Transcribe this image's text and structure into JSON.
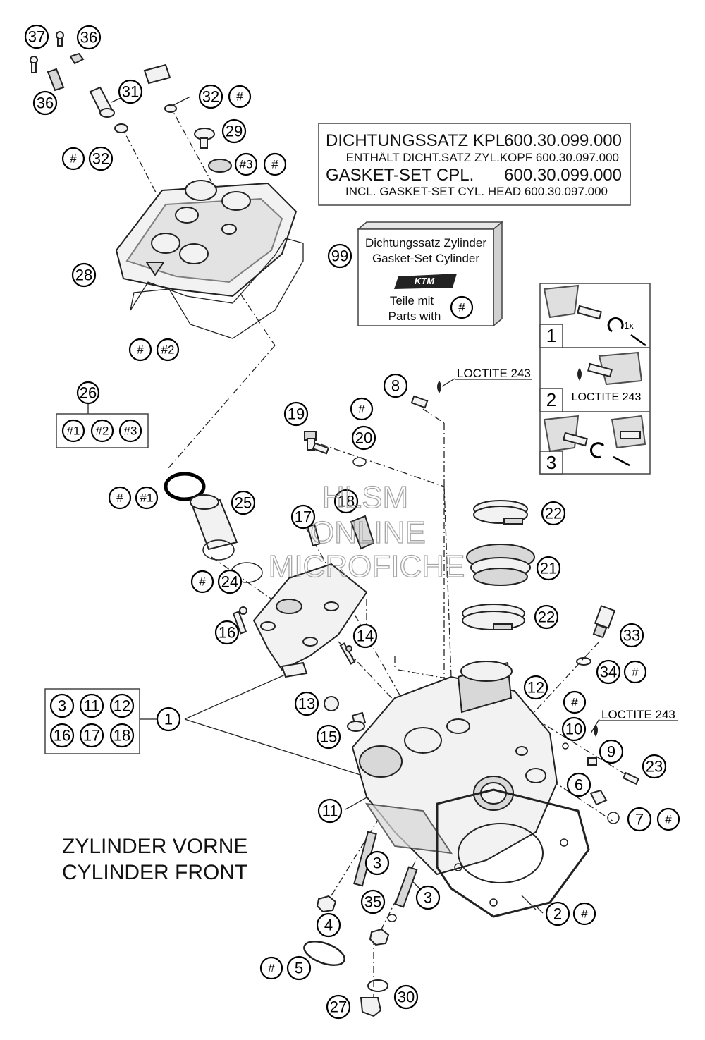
{
  "gasket_box": {
    "line1_label": "DICHTUNGSSATZ KPL.",
    "line1_number": "600.30.099.000",
    "line2": "ENTHÄLT DICHT.SATZ ZYL.KOPF 600.30.097.000",
    "line3_label": "GASKET-SET CPL.",
    "line3_number": "600.30.099.000",
    "line4": "INCL. GASKET-SET CYL. HEAD 600.30.097.000"
  },
  "kit_box": {
    "line1": "Dichtungssatz Zylinder",
    "line2": "Gasket-Set Cylinder",
    "logo": "KTM",
    "line3": "Teile mit",
    "line4": "Parts with",
    "symbol": "#",
    "callout": "99"
  },
  "steps": [
    {
      "number": "1",
      "note": "1x"
    },
    {
      "number": "2",
      "note": "LOCTITE 243"
    },
    {
      "number": "3",
      "note": ""
    }
  ],
  "loctite_labels": [
    "LOCTITE 243",
    "LOCTITE 243"
  ],
  "set_26": {
    "callout": "26",
    "items": [
      "#1",
      "#2",
      "#3"
    ]
  },
  "set_1": {
    "callout": "1",
    "items": [
      "3",
      "11",
      "12",
      "16",
      "17",
      "18"
    ]
  },
  "title": {
    "line1": "ZYLINDER VORNE",
    "line2": "CYLINDER FRONT"
  },
  "watermark": {
    "line1": "HLSM",
    "line2": "ONLINE",
    "line3": "MICROFICHE"
  },
  "callouts": [
    {
      "id": "c37",
      "text": "37"
    },
    {
      "id": "c36a",
      "text": "36"
    },
    {
      "id": "c36b",
      "text": "36"
    },
    {
      "id": "c31",
      "text": "31"
    },
    {
      "id": "c32a",
      "text": "32"
    },
    {
      "id": "c32a-h",
      "text": "#"
    },
    {
      "id": "c32b-h",
      "text": "#"
    },
    {
      "id": "c32b",
      "text": "32"
    },
    {
      "id": "c29",
      "text": "29"
    },
    {
      "id": "c29-h3",
      "text": "#3"
    },
    {
      "id": "c29-h",
      "text": "#"
    },
    {
      "id": "c28",
      "text": "28"
    },
    {
      "id": "c2-h",
      "text": "#"
    },
    {
      "id": "c2-h2",
      "text": "#2"
    },
    {
      "id": "c8",
      "text": "8"
    },
    {
      "id": "c19",
      "text": "19"
    },
    {
      "id": "c20-h",
      "text": "#"
    },
    {
      "id": "c20",
      "text": "20"
    },
    {
      "id": "c25-h",
      "text": "#"
    },
    {
      "id": "c25-h1",
      "text": "#1"
    },
    {
      "id": "c25",
      "text": "25"
    },
    {
      "id": "c18",
      "text": "18"
    },
    {
      "id": "c17",
      "text": "17"
    },
    {
      "id": "c22a",
      "text": "22"
    },
    {
      "id": "c21",
      "text": "21"
    },
    {
      "id": "c24-h",
      "text": "#"
    },
    {
      "id": "c24",
      "text": "24"
    },
    {
      "id": "c22b",
      "text": "22"
    },
    {
      "id": "c16",
      "text": "16"
    },
    {
      "id": "c14",
      "text": "14"
    },
    {
      "id": "c33",
      "text": "33"
    },
    {
      "id": "c34",
      "text": "34"
    },
    {
      "id": "c34-h",
      "text": "#"
    },
    {
      "id": "c12",
      "text": "12"
    },
    {
      "id": "c13",
      "text": "13"
    },
    {
      "id": "c10-h",
      "text": "#"
    },
    {
      "id": "c10",
      "text": "10"
    },
    {
      "id": "c15",
      "text": "15"
    },
    {
      "id": "c9",
      "text": "9"
    },
    {
      "id": "c23",
      "text": "23"
    },
    {
      "id": "c6",
      "text": "6"
    },
    {
      "id": "c11",
      "text": "11"
    },
    {
      "id": "c7",
      "text": "7"
    },
    {
      "id": "c7-h",
      "text": "#"
    },
    {
      "id": "c3a",
      "text": "3"
    },
    {
      "id": "c35",
      "text": "35"
    },
    {
      "id": "c3b",
      "text": "3"
    },
    {
      "id": "c2",
      "text": "2"
    },
    {
      "id": "c2b-h",
      "text": "#"
    },
    {
      "id": "c4",
      "text": "4"
    },
    {
      "id": "c5-h",
      "text": "#"
    },
    {
      "id": "c5",
      "text": "5"
    },
    {
      "id": "c30",
      "text": "30"
    },
    {
      "id": "c27",
      "text": "27"
    }
  ]
}
